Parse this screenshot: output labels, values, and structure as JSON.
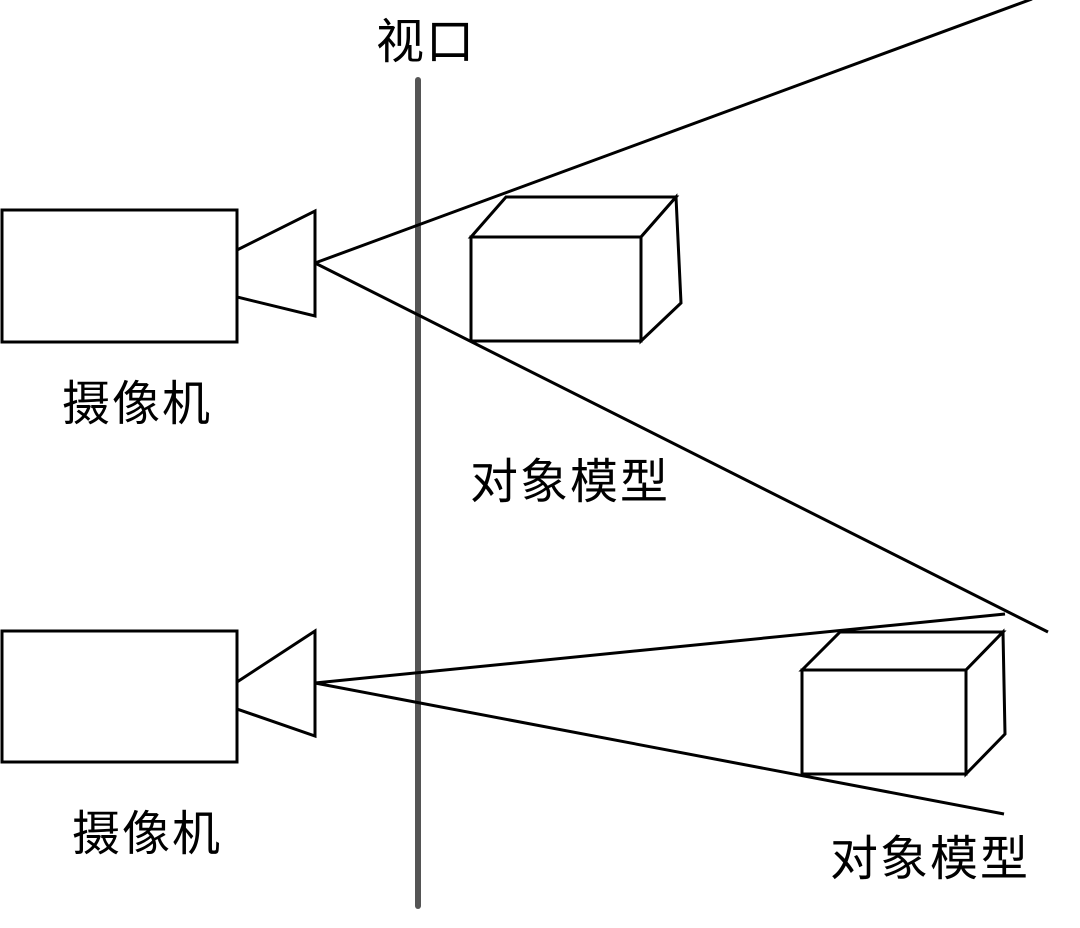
{
  "diagram": {
    "title": "视口",
    "colors": {
      "line": "#000000",
      "viewport": "#555555",
      "background": "#ffffff"
    },
    "scenes": [
      {
        "camera_label": "摄像机",
        "object_label": "对象模型"
      },
      {
        "camera_label": "摄像机",
        "object_label": "对象模型"
      }
    ]
  }
}
